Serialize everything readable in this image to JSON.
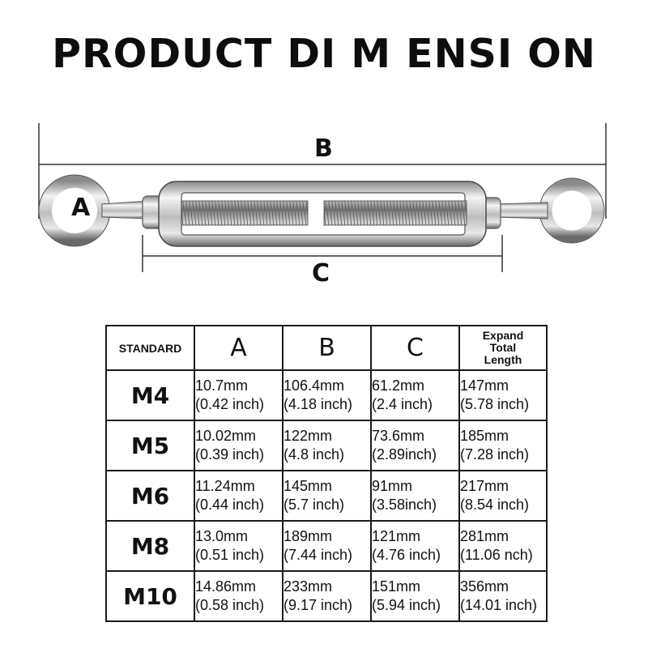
{
  "title": "PRODUCT DI M ENSI ON",
  "diagram": {
    "label_a": "A",
    "label_b": "B",
    "label_c": "C"
  },
  "table": {
    "headers": {
      "standard": "STANDARD",
      "a": "A",
      "b": "B",
      "c": "C",
      "expand": [
        "Expand",
        "Total",
        "Length"
      ]
    },
    "rows": [
      {
        "standard": "M4",
        "a": [
          "10.7mm",
          "(0.42 inch)"
        ],
        "b": [
          "106.4mm",
          "(4.18 inch)"
        ],
        "c": [
          "61.2mm",
          "(2.4 inch)"
        ],
        "total": [
          "147mm",
          "(5.78 inch)"
        ]
      },
      {
        "standard": "M5",
        "a": [
          "10.02mm",
          "(0.39 inch)"
        ],
        "b": [
          "122mm",
          "(4.8 inch)"
        ],
        "c": [
          "73.6mm",
          "(2.89inch)"
        ],
        "total": [
          "185mm",
          "(7.28 inch)"
        ]
      },
      {
        "standard": "M6",
        "a": [
          "11.24mm",
          "(0.44 inch)"
        ],
        "b": [
          "145mm",
          "(5.7 inch)"
        ],
        "c": [
          "91mm",
          "(3.58inch)"
        ],
        "total": [
          "217mm",
          "(8.54 inch)"
        ]
      },
      {
        "standard": "M8",
        "a": [
          "13.0mm",
          "(0.51 inch)"
        ],
        "b": [
          "189mm",
          "(7.44 inch)"
        ],
        "c": [
          "121mm",
          "(4.76 inch)"
        ],
        "total": [
          "281mm",
          "(11.06 nch)"
        ]
      },
      {
        "standard": "M10",
        "a": [
          "14.86mm",
          "(0.58 inch)"
        ],
        "b": [
          "233mm",
          "(9.17 inch)"
        ],
        "c": [
          "151mm",
          "(5.94 inch)"
        ],
        "total": [
          "356mm",
          "(14.01 inch)"
        ]
      }
    ]
  },
  "colors": {
    "text": "#111111",
    "steel_light": "#e8e8e8",
    "steel_dark": "#6e6e6e",
    "border": "#1a1a1a"
  }
}
